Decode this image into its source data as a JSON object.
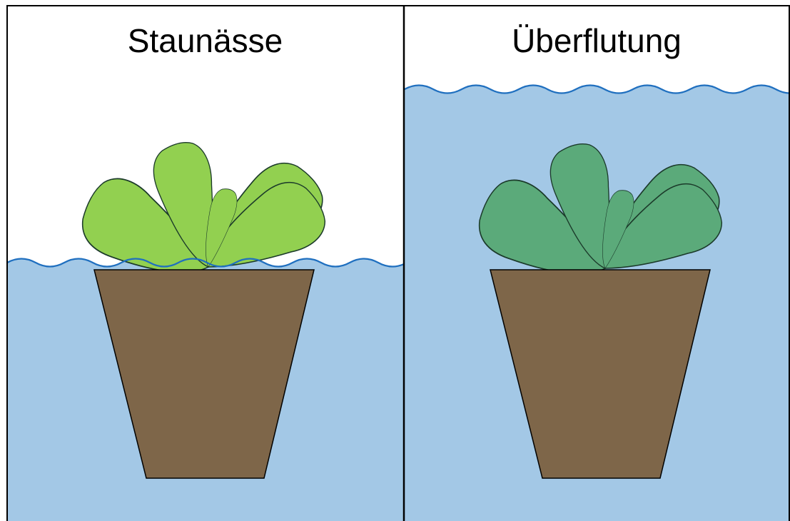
{
  "panels": [
    {
      "title": "Staunässe",
      "condition": "waterlogging",
      "leaf_color": "#92D050"
    },
    {
      "title": "Überflutung",
      "condition": "flooding",
      "leaf_color": "#5BAA7A"
    }
  ],
  "colors": {
    "water": "#A3C8E6",
    "wave_line": "#1F6FBF",
    "pot": "#7E6649",
    "outline": "#000000",
    "leaf_outline": "#1B3A2A"
  }
}
